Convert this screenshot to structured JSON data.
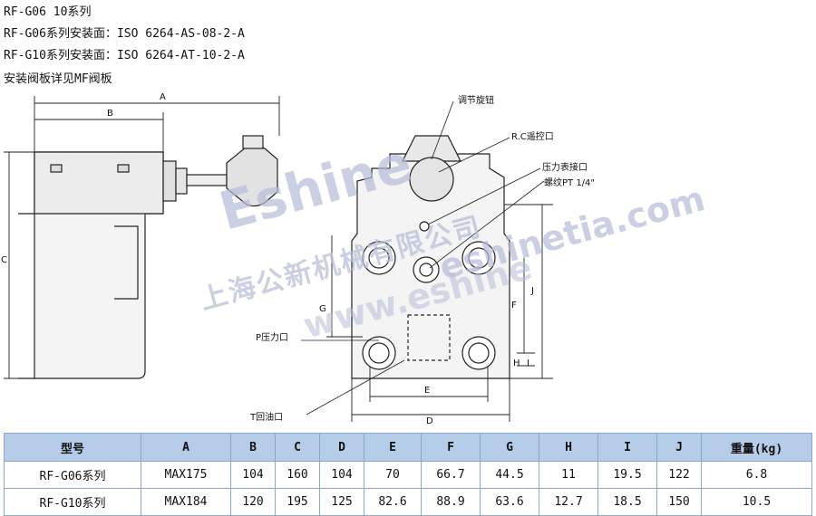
{
  "header": {
    "line1": "RF-G06  10系列",
    "line2": "RF-G06系列安装面：ISO 6264-AS-08-2-A",
    "line3": "RF-G10系列安装面：ISO 6264-AT-10-2-A",
    "line4": "安装阀板详见MF阀板"
  },
  "watermark": {
    "brand": "Eshine",
    "company": "上海公新机械有限公司",
    "url": "eshinetia.com",
    "url2": "www.eshine"
  },
  "drawing": {
    "dims": {
      "a": "A",
      "b": "B",
      "c": "C",
      "d": "D",
      "e": "E",
      "f": "F",
      "g": "G",
      "h": "H",
      "i": "I",
      "j": "J"
    },
    "callouts": {
      "adjust_knob": "调节旋钮",
      "remote_port": "R.C遥控口",
      "gauge_port": "压力表接口",
      "thread": "螺纹PT 1/4\"",
      "p_port": "P压力口",
      "t_port": "T回油口"
    }
  },
  "table": {
    "headers": [
      "型号",
      "A",
      "B",
      "C",
      "D",
      "E",
      "F",
      "G",
      "H",
      "I",
      "J",
      "重量(kg)"
    ],
    "rows": [
      [
        "RF-G06系列",
        "MAX175",
        "104",
        "160",
        "104",
        "70",
        "66.7",
        "44.5",
        "11",
        "19.5",
        "122",
        "6.8"
      ],
      [
        "RF-G10系列",
        "MAX184",
        "120",
        "195",
        "125",
        "82.6",
        "88.9",
        "63.6",
        "12.7",
        "18.5",
        "150",
        "10.5"
      ]
    ]
  }
}
